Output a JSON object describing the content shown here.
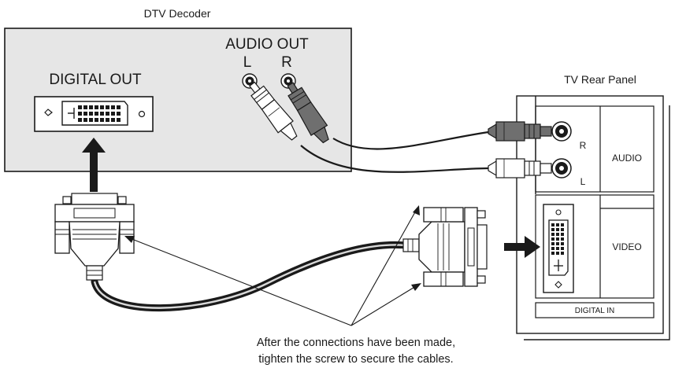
{
  "decoder": {
    "title": "DTV Decoder",
    "digital_out_label": "DIGITAL OUT",
    "audio_out_label": "AUDIO OUT",
    "audio_left": "L",
    "audio_right": "R"
  },
  "tv": {
    "title": "TV Rear Panel",
    "audio_label": "AUDIO",
    "video_label": "VIDEO",
    "jack_right": "R",
    "jack_left": "L",
    "digital_in_label": "DIGITAL IN"
  },
  "caption": {
    "line1": "After the connections have been made,",
    "line2": "tighten the screw to secure the cables."
  },
  "colors": {
    "panel_fill": "#e6e6e6",
    "outline": "#1a1a1a",
    "dark_plug": "#6f6f6f",
    "light_plug": "#ffffff"
  }
}
